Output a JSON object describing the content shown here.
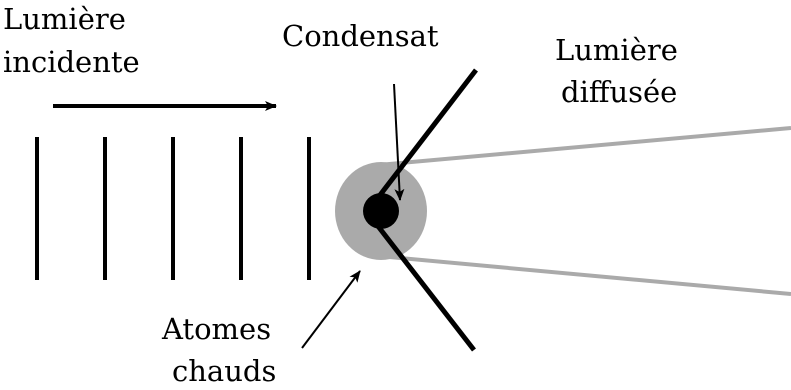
{
  "labels": {
    "incident_line1": "Lumière",
    "incident_line2": "incidente",
    "condensate": "Condensat",
    "scattered_line1": "Lumière",
    "scattered_line2": "diffusée",
    "hot_atoms_line1": "Atomes",
    "hot_atoms_line2": "chauds"
  },
  "colors": {
    "ink": "#000000",
    "cloud": "#aaaaaa",
    "cone": "#aaaaaa",
    "background": "#ffffff"
  },
  "icons": {
    "incident_arrow": "arrow-right-icon",
    "condensate_pointer": "arrow-down-icon",
    "hot_atoms_pointer": "arrow-up-right-icon"
  }
}
